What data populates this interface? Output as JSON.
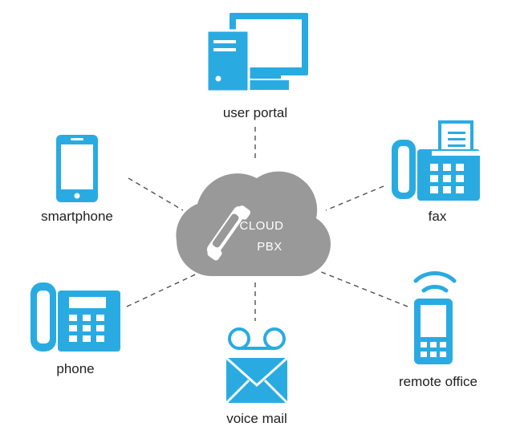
{
  "colors": {
    "icon": "#29abe2",
    "cloud": "#999999",
    "connector": "#444444",
    "label": "#222222"
  },
  "center": {
    "icon": "phone-handset-icon",
    "line1": "CLOUD",
    "line2": "PBX"
  },
  "nodes": {
    "user_portal": {
      "label": "user portal",
      "icon": "desktop-computer-icon"
    },
    "smartphone": {
      "label": "smartphone",
      "icon": "smartphone-icon"
    },
    "fax": {
      "label": "fax",
      "icon": "fax-machine-icon"
    },
    "phone": {
      "label": "phone",
      "icon": "desk-phone-icon"
    },
    "voice_mail": {
      "label": "voice mail",
      "icon": "voicemail-envelope-icon"
    },
    "remote_office": {
      "label": "remote office",
      "icon": "wireless-phone-icon"
    }
  }
}
